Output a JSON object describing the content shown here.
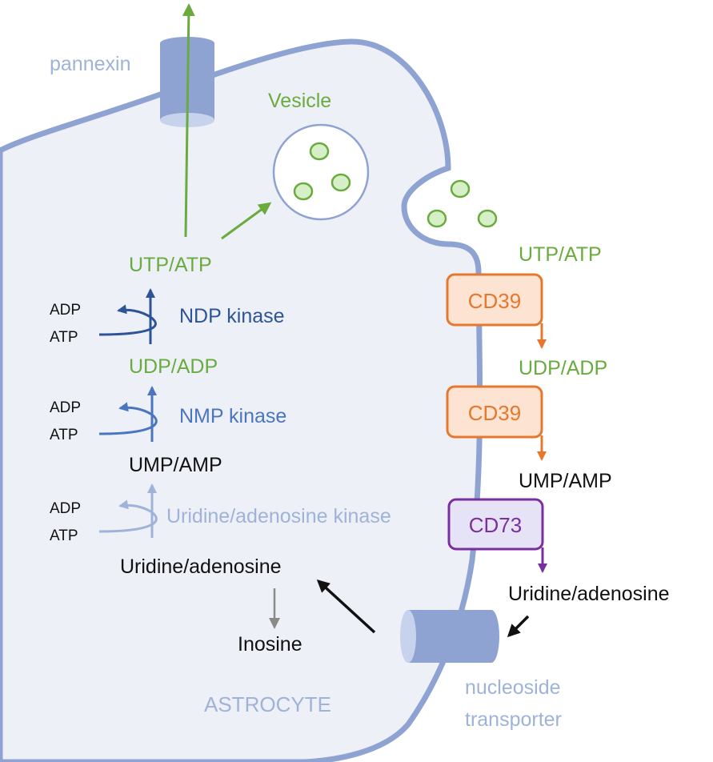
{
  "colors": {
    "membrane": "#8ea3d2",
    "cytoplasm": "#eef0f8",
    "green": "#6aab3f",
    "vesicle_fill": "#d6efc7",
    "ndp_kinase": "#2d5496",
    "nmp_kinase": "#4a76c0",
    "uridine_kinase": "#9fb3d8",
    "orange": "#e8772e",
    "orange_fill": "#fde3d1",
    "purple": "#7a2fa0",
    "purple_fill": "#e7e3f6",
    "gray_arrow": "#8a8a8a",
    "black_arrow": "#111111"
  },
  "labels": {
    "pannexin": "pannexin",
    "vesicle": "Vesicle",
    "astrocyte": "ASTROCYTE",
    "nucleoside_transporter_line1": "nucleoside",
    "nucleoside_transporter_line2": "transporter"
  },
  "intracellular": {
    "utp_atp": "UTP/ATP",
    "udp_adp": "UDP/ADP",
    "ump_amp": "UMP/AMP",
    "uridine_adenosine": "Uridine/adenosine",
    "inosine": "Inosine",
    "ndp_kinase": "NDP kinase",
    "nmp_kinase": "NMP kinase",
    "uridine_kinase": "Uridine/adenosine kinase",
    "adp": "ADP",
    "atp": "ATP"
  },
  "extracellular": {
    "utp_atp": "UTP/ATP",
    "udp_adp": "UDP/ADP",
    "ump_amp": "UMP/AMP",
    "uridine_adenosine": "Uridine/adenosine",
    "cd39_1": "CD39",
    "cd39_2": "CD39",
    "cd73": "CD73"
  }
}
